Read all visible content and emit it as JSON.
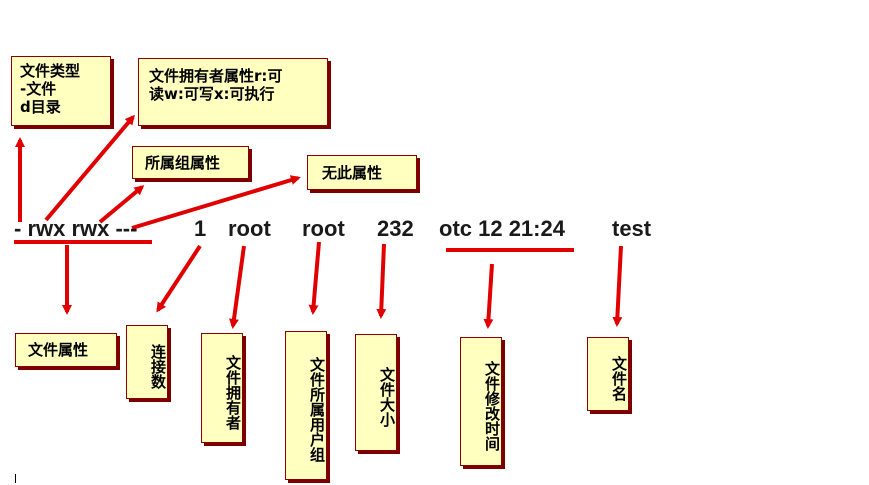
{
  "command_line": {
    "permissions": "- rwx rwx ---",
    "links": "1",
    "owner": "root",
    "group": "root",
    "size": "232",
    "modified": "otc 12 21:24",
    "filename": "test"
  },
  "notes": {
    "file_type": "文件类型\n-文件\nd目录",
    "owner_permissions": "文件拥有者属性r:可\n读w:可写x:可执行",
    "group_permissions": "所属组属性",
    "other_permissions": "无此属性",
    "file_attributes": "文件属性",
    "link_count": "连接数",
    "file_owner": "文件拥有者",
    "file_group": "文件所属用户组",
    "file_size": "文件大小",
    "modified_time": "文件修改时间",
    "file_name": "文件名"
  },
  "colors": {
    "arrow": "#e00000",
    "note_fill": "#ffffc0",
    "note_border": "#8a0000"
  }
}
